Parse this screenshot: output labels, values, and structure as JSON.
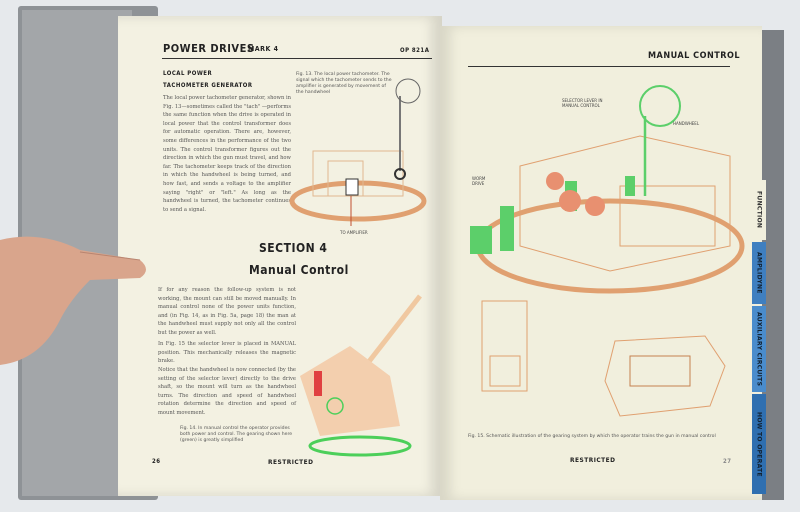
{
  "left_page": {
    "header_title": "POWER DRIVES",
    "header_sub": "MARK 4",
    "header_code": "OP 821A",
    "subhead_1": "LOCAL POWER",
    "subhead_2": "TACHOMETER GENERATOR",
    "paragraph_1": "The local power tachometer generator, shown in Fig. 13—sometimes called the \"tach\" —performs the same function when the drive is operated in local power that the control transformer does for automatic operation. There are, however, some differences in the performance of the two units. The control transformer figures out the direction in which the gun must travel, and how far. The tachometer keeps track of the direction in which the handwheel is being turned, and how fast, and sends a voltage to the amplifier saying \"right\" or \"left.\" As long as the handwheel is turned, the tachometer continues to send a signal.",
    "fig13_caption": "Fig. 13. The local power tachometer. The signal which the tachometer sends to the amplifier is generated by movement of the handwheel",
    "fig13_label": "TO AMPLIFIER",
    "section_number": "SECTION 4",
    "section_title": "Manual Control",
    "paragraph_2": "If for any reason the follow-up system is not working, the mount can still be moved manually. In manual control none of the power units function, and (in Fig. 14, as in Fig. 5a, page 18) the man at the handwheel must supply not only all the control but the power as well.",
    "paragraph_3": "In Fig. 15 the selector lever is placed in MANUAL position. This mechanically releases the magnetic brake.",
    "paragraph_4": "Notice that the handwheel is now connected (by the setting of the selector lever) directly to the drive shaft, so the mount will turn as the handwheel turns. The direction and speed of handwheel rotation determine the direction and speed of mount movement.",
    "fig14_caption": "Fig. 14. In manual control the operator provides both power and control. The gearing shown here (green) is greatly simplified",
    "page_number": "26",
    "footer": "RESTRICTED"
  },
  "right_page": {
    "header_title": "MANUAL CONTROL",
    "label_selector": "SELECTOR LEVER IN MANUAL CONTROL",
    "label_handwheel": "HANDWHEEL",
    "label_worm": "WORM DRIVE",
    "fig15_caption": "Fig. 15. Schematic illustration of the gearing system by which the operator trains the gun in manual control",
    "footer": "RESTRICTED",
    "page_number": "27"
  },
  "tabs": [
    "FUNCTION",
    "AMPLIDYNE",
    "AUXILIARY CIRCUITS",
    "HOW TO OPERATE"
  ],
  "colors": {
    "page": "#f3f1e2",
    "cover": "#8e9296",
    "tab_blue": "#3f7fc0",
    "diagram_orange": "#e0a070",
    "diagram_green": "#5ccf6a"
  }
}
